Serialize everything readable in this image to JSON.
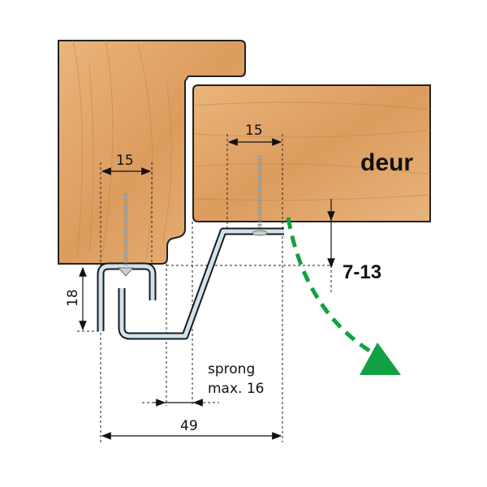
{
  "labels": {
    "door": "deur",
    "screw_spacing_frame": "15",
    "screw_spacing_door": "15",
    "profile_height": "18",
    "door_gap_range": "7-13",
    "rebate_line1": "sprong",
    "rebate_line2": "max. 16",
    "total_width": "49"
  },
  "colors": {
    "wood": "#e2a86a",
    "wood_dark": "#c98a4c",
    "profile": "#cfe3ee",
    "swing_arrow": "#13a043"
  }
}
